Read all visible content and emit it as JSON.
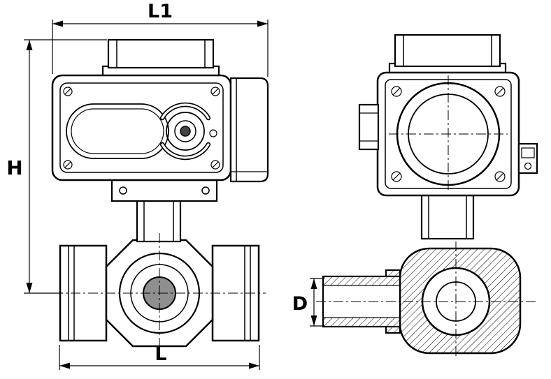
{
  "drawing": {
    "type": "technical-dimension-drawing",
    "subject": "Electric actuator mounted on a 3-way ball valve, front and side orthographic views",
    "labels": {
      "l1": "L1",
      "h": "H",
      "l": "L",
      "d": "D"
    },
    "colors": {
      "line": "#000000",
      "background": "#ffffff",
      "bore_fill": "#8f8f8f"
    }
  }
}
